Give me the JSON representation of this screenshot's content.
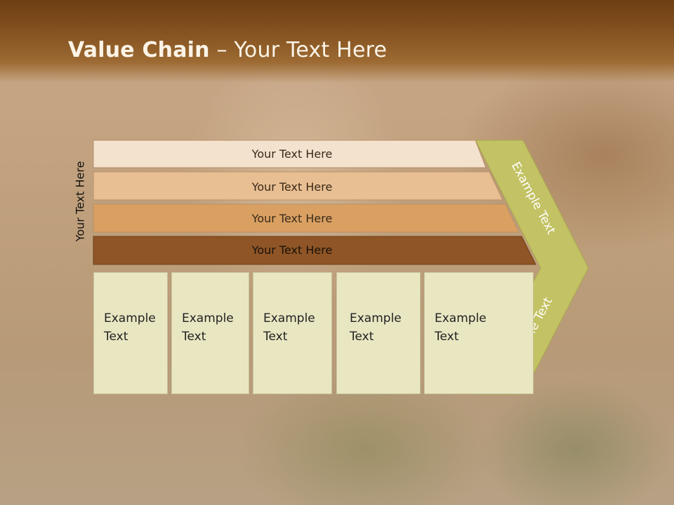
{
  "slide": {
    "title_bold": "Value Chain",
    "title_rest": " – Your Text Here",
    "vertical_label": "Your Text Here"
  },
  "bars": [
    {
      "label": "Your Text Here",
      "color": "#f3e2cd"
    },
    {
      "label": "Your Text Here",
      "color": "#e8bf92"
    },
    {
      "label": "Your Text Here",
      "color": "#d9a062"
    },
    {
      "label": "Your Text Here",
      "color": "#8f5526"
    }
  ],
  "boxes": [
    {
      "line1": "Example",
      "line2": "Text"
    },
    {
      "line1": "Example",
      "line2": "Text"
    },
    {
      "line1": "Example",
      "line2": "Text"
    },
    {
      "line1": "Example",
      "line2": "Text"
    },
    {
      "line1": "Example",
      "line2": "Text"
    }
  ],
  "chevron": {
    "upper_label": "Example Text",
    "lower_label": "Example Text",
    "color": "#c3c264"
  }
}
